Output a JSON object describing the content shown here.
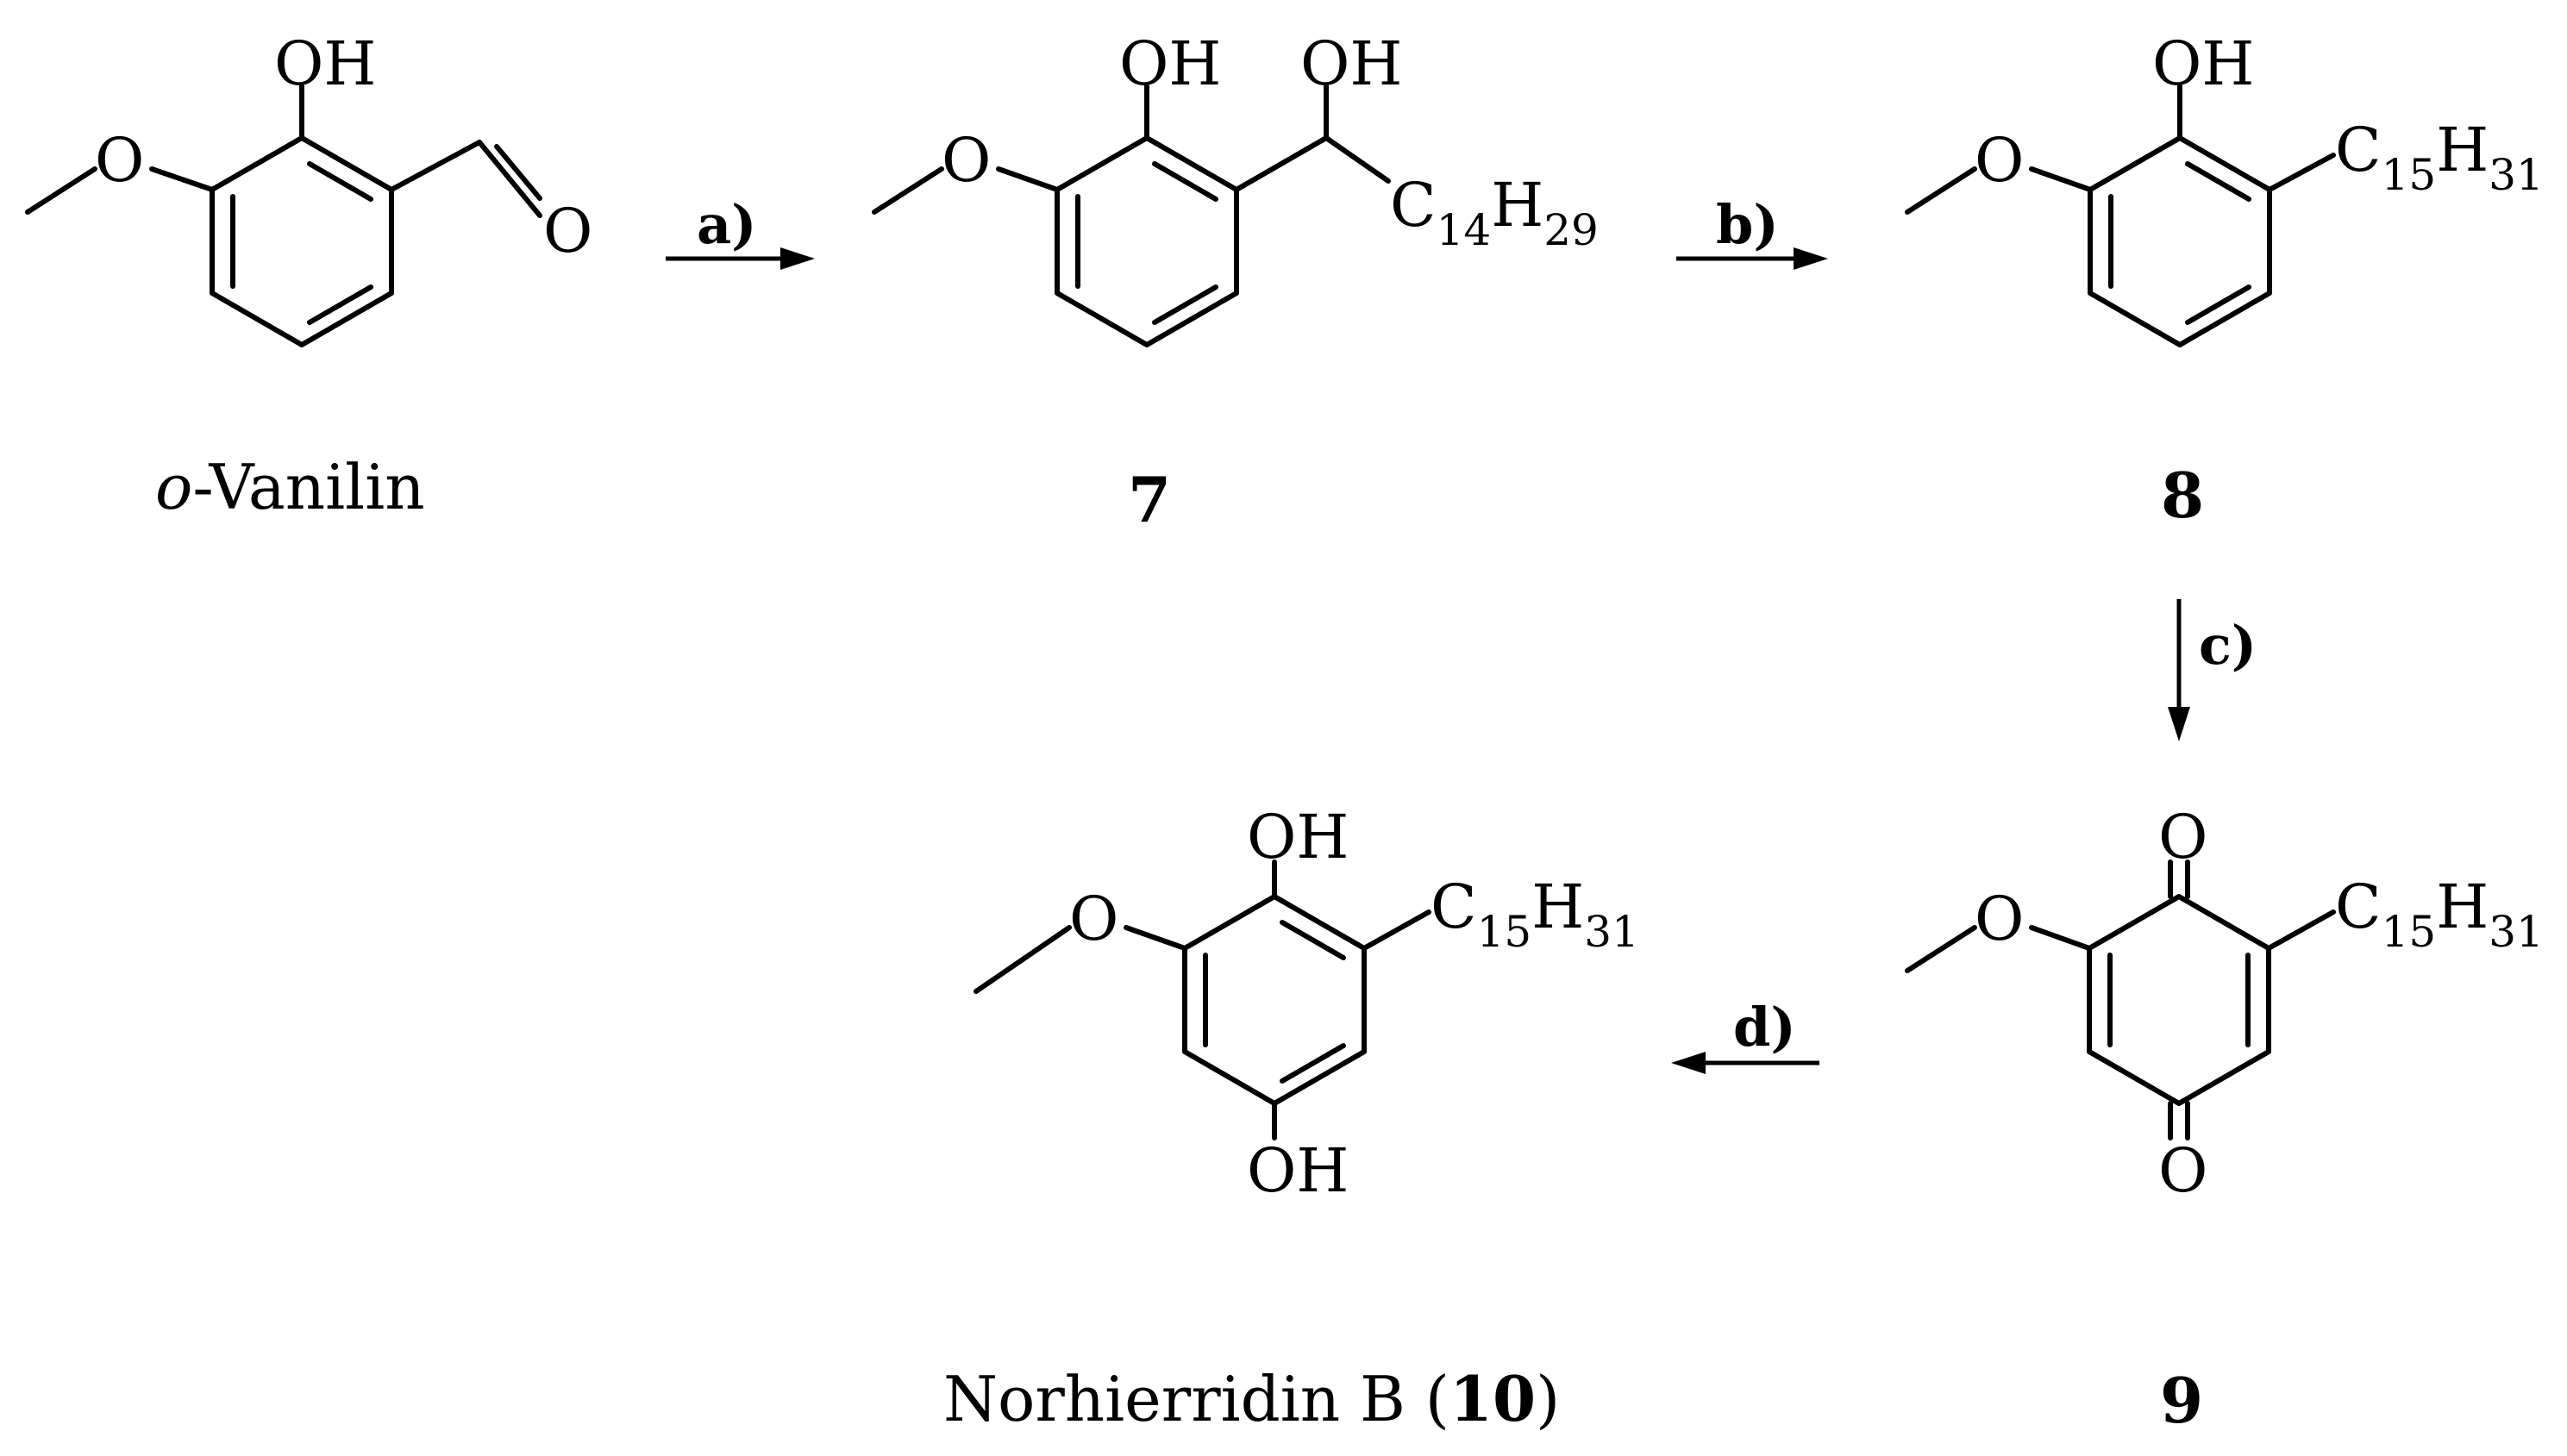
{
  "compounds": {
    "vanillin": {
      "label_prefix": "o",
      "label_rest": "-Vanilin",
      "atoms": {
        "oh": "OH",
        "ome": "O",
        "aldehyde_o": "O"
      }
    },
    "c7": {
      "number": "7",
      "atoms": {
        "oh_ring": "OH",
        "oh_chain": "OH",
        "ome": "O",
        "chain_c": "C",
        "chain_c_sub": "14",
        "chain_h": "H",
        "chain_h_sub": "29"
      }
    },
    "c8": {
      "number": "8",
      "atoms": {
        "oh": "OH",
        "ome": "O",
        "chain_c": "C",
        "chain_c_sub": "15",
        "chain_h": "H",
        "chain_h_sub": "31"
      }
    },
    "c9": {
      "number": "9",
      "atoms": {
        "o_top": "O",
        "o_bottom": "O",
        "ome": "O",
        "chain_c": "C",
        "chain_c_sub": "15",
        "chain_h": "H",
        "chain_h_sub": "31"
      }
    },
    "c10": {
      "label_name": "Norhierridin B (",
      "label_number": "10",
      "label_close": ")",
      "atoms": {
        "oh_top": "OH",
        "oh_bottom": "OH",
        "ome": "O",
        "chain_c": "C",
        "chain_c_sub": "15",
        "chain_h": "H",
        "chain_h_sub": "31"
      }
    }
  },
  "steps": {
    "a": "a)",
    "b": "b)",
    "c": "c)",
    "d": "d)"
  }
}
